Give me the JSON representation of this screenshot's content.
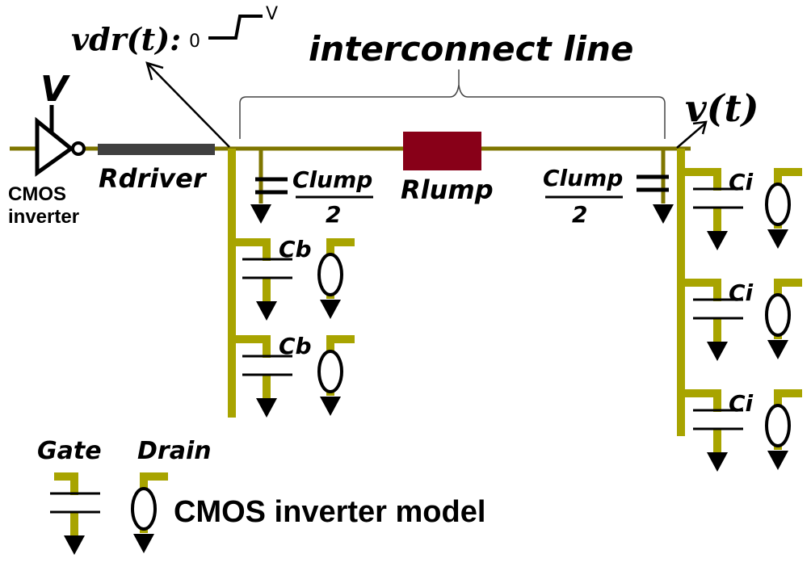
{
  "title": "Lumped RC interconnect model driven by CMOS inverter",
  "colors": {
    "wire": "#7f7600",
    "branch": "#a8a400",
    "resistor_driver": "#404040",
    "resistor_lump": "#880018",
    "stroke": "#000000"
  },
  "labels": {
    "supply": "V",
    "driver_inverter": [
      "CMOS",
      "inverter"
    ],
    "rdriver": "Rdriver",
    "vdr": "vdr(t):",
    "step_low": "0",
    "step_high": "V",
    "interconnect": "interconnect line",
    "clump_num": "Clump",
    "clump_den": "2",
    "rlump": "Rlump",
    "vout": "v(t)",
    "cb": "Cb",
    "ci": "Ci"
  },
  "loads": {
    "branch_loads": [
      {
        "label": "Cb"
      },
      {
        "label": "Cb"
      }
    ],
    "receiver_loads": [
      {
        "label": "Ci"
      },
      {
        "label": "Ci"
      },
      {
        "label": "Ci"
      }
    ]
  },
  "legend": {
    "gate": "Gate",
    "drain": "Drain",
    "caption": "CMOS inverter model"
  }
}
